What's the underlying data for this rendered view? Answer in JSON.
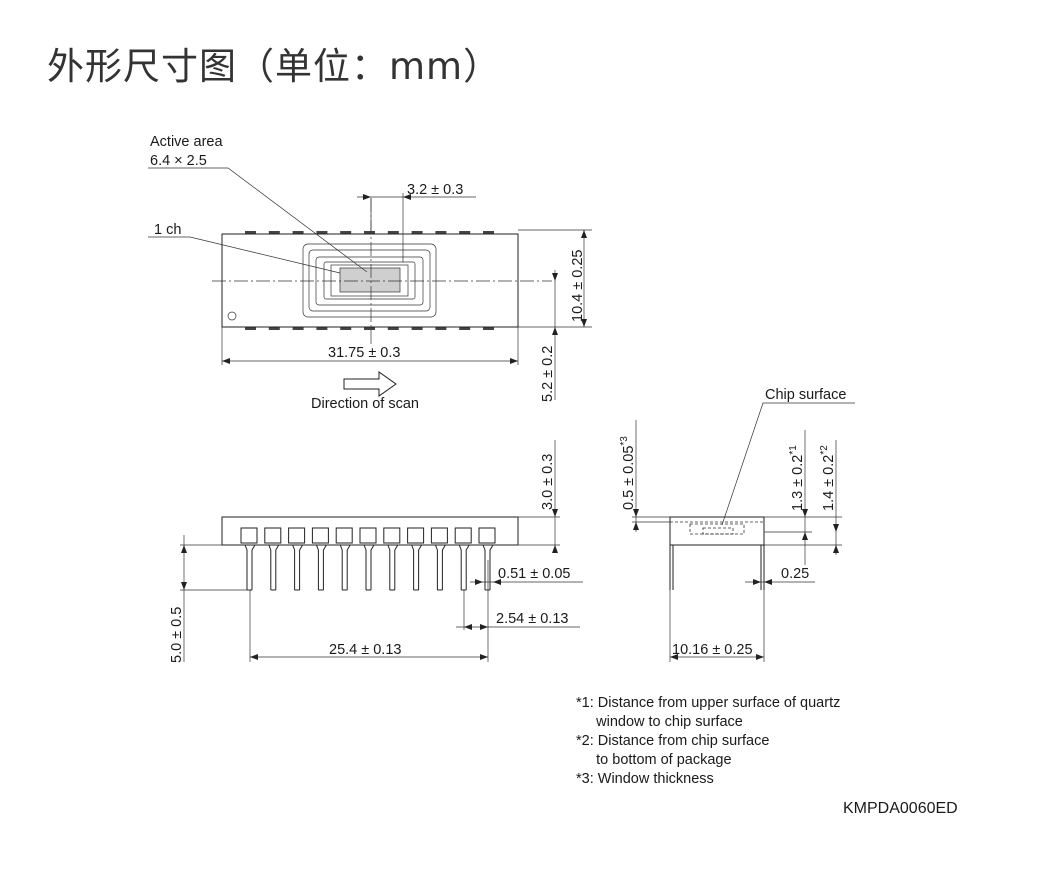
{
  "title": "外形尺寸图（单位：mm）",
  "labels": {
    "active_area_line1": "Active area",
    "active_area_line2": "6.4 × 2.5",
    "window_width": "3.2 ± 0.3",
    "first_channel": "1 ch",
    "package_length": "31.75 ± 0.3",
    "package_width": "10.4 ± 0.25",
    "active_offset": "5.2 ± 0.2",
    "scan_direction": "Direction of scan",
    "package_height": "3.0 ± 0.3",
    "lead_width": "0.51 ± 0.05",
    "lead_pitch": "2.54 ± 0.13",
    "lead_span": "25.4 ± 0.13",
    "lead_length": "5.0 ± 0.5",
    "chip_surface": "Chip surface",
    "window_thickness": "0.5 ± 0.05",
    "window_thickness_note": "*3",
    "window_to_chip": "1.3 ± 0.2",
    "window_to_chip_note": "*1",
    "chip_to_bottom": "1.4 ± 0.2",
    "chip_to_bottom_note": "*2",
    "lead_thickness": "0.25",
    "row_spacing": "10.16 ± 0.25"
  },
  "notes": [
    "*1: Distance from upper surface of quartz",
    "     window to chip surface",
    "*2: Distance from chip surface",
    "     to bottom of package",
    "*3: Window thickness"
  ],
  "drawing_code": "KMPDA0060ED"
}
